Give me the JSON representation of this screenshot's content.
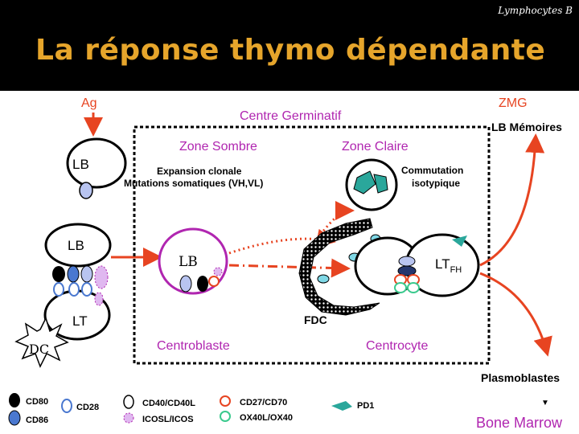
{
  "header": {
    "corner_label": "Lymphocytes B",
    "title": "La réponse thymo dépendante"
  },
  "diagram": {
    "ag": "Ag",
    "zmg": "ZMG",
    "lb_memoires": "LB Mémoires",
    "centre_germinatif": "Centre Germinatif",
    "zone_sombre": "Zone Sombre",
    "zone_claire": "Zone Claire",
    "expansion_line1": "Expansion clonale",
    "expansion_line2": "Mutations somatiques (VH,VL)",
    "commutation_line1": "Commutation",
    "commutation_line2": "isotypique",
    "lb_top": "LB",
    "lb_middle": "LB",
    "lb_centro": "LB",
    "lt": "LT",
    "dc": "DC",
    "ltfh_main": "LT",
    "ltfh_sub": "FH",
    "fdc": "FDC",
    "centroblaste": "Centroblaste",
    "centrocyte": "Centrocyte",
    "plasmoblastes": "Plasmoblastes",
    "bone_marrow": "Bone Marrow"
  },
  "legend": {
    "cd80": "CD80",
    "cd86": "CD86",
    "cd28": "CD28",
    "cd40": "CD40/CD40L",
    "icosl": "ICOSL/ICOS",
    "cd27": "CD27/CD70",
    "ox40": "OX40L/OX40",
    "pd1": "PD1"
  },
  "colors": {
    "title": "#e6a52b",
    "accent_red": "#e74421",
    "purple": "#b026b0",
    "blue": "#4a78d0",
    "teal": "#2aa79b",
    "cyan": "#7fd8e6"
  }
}
